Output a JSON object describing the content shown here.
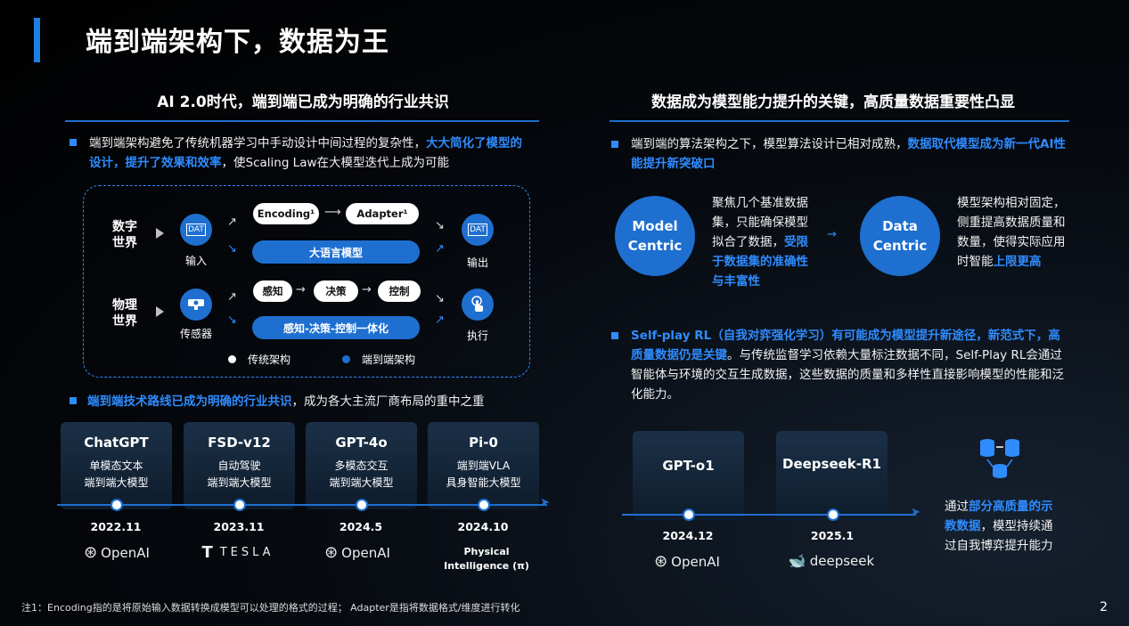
{
  "title": "端到端架构下，数据为王",
  "left": {
    "section_title": "AI 2.0时代，端到端已成为明确的行业共识",
    "bullet1": {
      "pre": "端到端架构避免了传统机器学习中手动设计中间过程的复杂性，",
      "hl": "大大简化了模型的设计，提升了效果和效率",
      "post": "，使Scaling Law在大模型迭代上成为可能"
    },
    "diagram": {
      "digital_world": "数字世界",
      "physical_world": "物理世界",
      "input_label": "输入",
      "output_label": "输出",
      "sensor_label": "传感器",
      "exec_label": "执行",
      "encoding": "Encoding¹",
      "adapter": "Adapter¹",
      "llm": "大语言模型",
      "perceive": "感知",
      "decide": "决策",
      "control": "控制",
      "integrated": "感知-决策-控制一体化",
      "legend_traditional": "传统架构",
      "legend_e2e": "端到端架构",
      "dat": "DAT"
    },
    "bullet2": {
      "hl": "端到端技术路线已成为明确的行业共识",
      "post": "，成为各大主流厂商布局的重中之重"
    },
    "cards": [
      {
        "name": "ChatGPT",
        "desc1": "单模态文本",
        "desc2": "端到端大模型",
        "date": "2022.11",
        "logo": "OpenAI"
      },
      {
        "name": "FSD-v12",
        "desc1": "自动驾驶",
        "desc2": "端到端大模型",
        "date": "2023.11",
        "logo": "TESLA"
      },
      {
        "name": "GPT-4o",
        "desc1": "多模态交互",
        "desc2": "端到端大模型",
        "date": "2024.5",
        "logo": "OpenAI"
      },
      {
        "name": "Pi-0",
        "desc1": "端到端VLA",
        "desc2": "具身智能大模型",
        "date": "2024.10",
        "logo": "Physical Intelligence (π)"
      }
    ]
  },
  "right": {
    "section_title": "数据成为模型能力提升的关键，高质量数据重要性凸显",
    "bullet1": {
      "pre": "端到端的算法架构之下，模型算法设计已相对成熟，",
      "hl": "数据取代模型成为新一代AI性能提升新突破口"
    },
    "model_centric": "Model Centric",
    "model_text_pre": "聚焦几个基准数据集，只能确保模型拟合了数据，",
    "model_text_hl": "受限于数据集的准确性与丰富性",
    "data_centric": "Data Centric",
    "data_text_pre": "模型架构相对固定，侧重提高数据质量和数量，使得实际应用时智能",
    "data_text_hl": "上限更高",
    "bullet2": {
      "hl": "Self-play RL（自我对弈强化学习）有可能成为模型提升新途径，新范式下，高质量数据仍是关键",
      "post": "。与传统监督学习依赖大量标注数据不同，Self-Play RL会通过智能体与环境的交互生成数据，这些数据的质量和多样性直接影响模型的性能和泛化能力。"
    },
    "cards": [
      {
        "name": "GPT-o1",
        "date": "2024.12",
        "logo": "OpenAI"
      },
      {
        "name": "Deepseek-R1",
        "date": "2025.1",
        "logo": "deepseek"
      }
    ],
    "side_text_pre": "通过",
    "side_text_hl": "部分高质量的示教数据",
    "side_text_post": "，模型持续通过自我博弈提升能力"
  },
  "footnote": "注1：Encoding指的是将原始输入数据转换成模型可以处理的格式的过程； Adapter是指将数据格式/维度进行转化",
  "page_number": "2",
  "colors": {
    "accent": "#1e6fd0",
    "highlight": "#2f8cff",
    "background": "#05080d"
  }
}
